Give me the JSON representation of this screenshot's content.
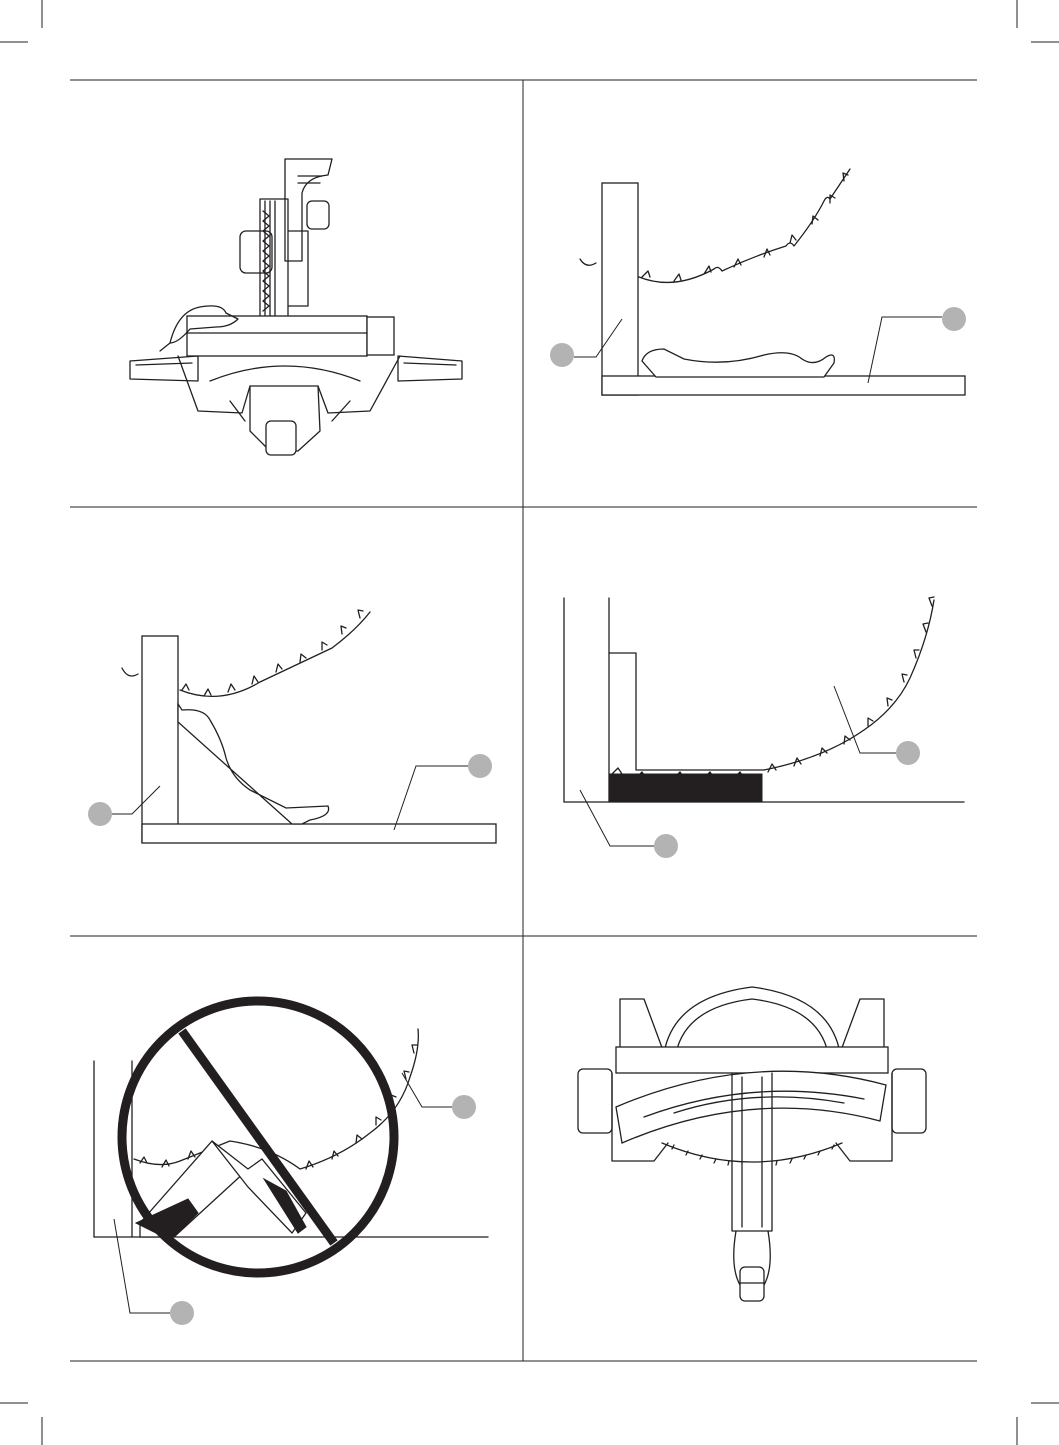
{
  "figures": [
    {
      "name": "saw-side-view",
      "callouts": []
    },
    {
      "name": "crown-molding-flat",
      "callouts": []
    },
    {
      "name": "crown-molding-upright",
      "callouts": []
    },
    {
      "name": "flat-stock-against-fence",
      "callouts": []
    },
    {
      "name": "prohibited-vertical-stock",
      "callouts": []
    },
    {
      "name": "saw-top-view-bowed-board",
      "callouts": []
    }
  ],
  "colors": {
    "ink": "#231f20",
    "callout_fill": "#b3b3b3",
    "prohibited_sign": "#231f20"
  },
  "icons": [
    "prohibited-sign-icon",
    "saw-blade-icon",
    "crop-mark-icon"
  ]
}
